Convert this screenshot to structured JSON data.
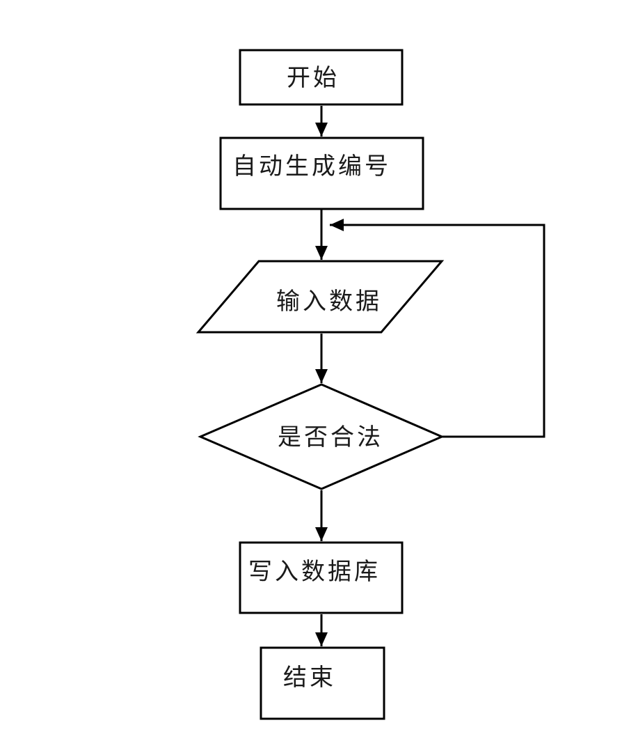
{
  "diagram": {
    "type": "flowchart",
    "background_color": "#ffffff",
    "stroke_color": "#000000",
    "text_color": "#1a1a1a",
    "nodes": [
      {
        "id": "start",
        "shape": "rectangle",
        "label": "开始"
      },
      {
        "id": "auto-generate-number",
        "shape": "rectangle",
        "label": "自动生成编号"
      },
      {
        "id": "input-data",
        "shape": "parallelogram",
        "label": "输入数据"
      },
      {
        "id": "is-valid",
        "shape": "diamond",
        "label": "是否合法"
      },
      {
        "id": "write-database",
        "shape": "rectangle",
        "label": "写入数据库"
      },
      {
        "id": "end",
        "shape": "rectangle",
        "label": "结束"
      }
    ],
    "edges": [
      {
        "from": "start",
        "to": "auto-generate-number",
        "type": "arrow"
      },
      {
        "from": "auto-generate-number",
        "to": "input-data",
        "type": "arrow"
      },
      {
        "from": "input-data",
        "to": "is-valid",
        "type": "arrow"
      },
      {
        "from": "is-valid",
        "to": "input-data",
        "type": "loopback-arrow"
      },
      {
        "from": "is-valid",
        "to": "write-database",
        "type": "arrow"
      },
      {
        "from": "write-database",
        "to": "end",
        "type": "arrow"
      }
    ]
  }
}
